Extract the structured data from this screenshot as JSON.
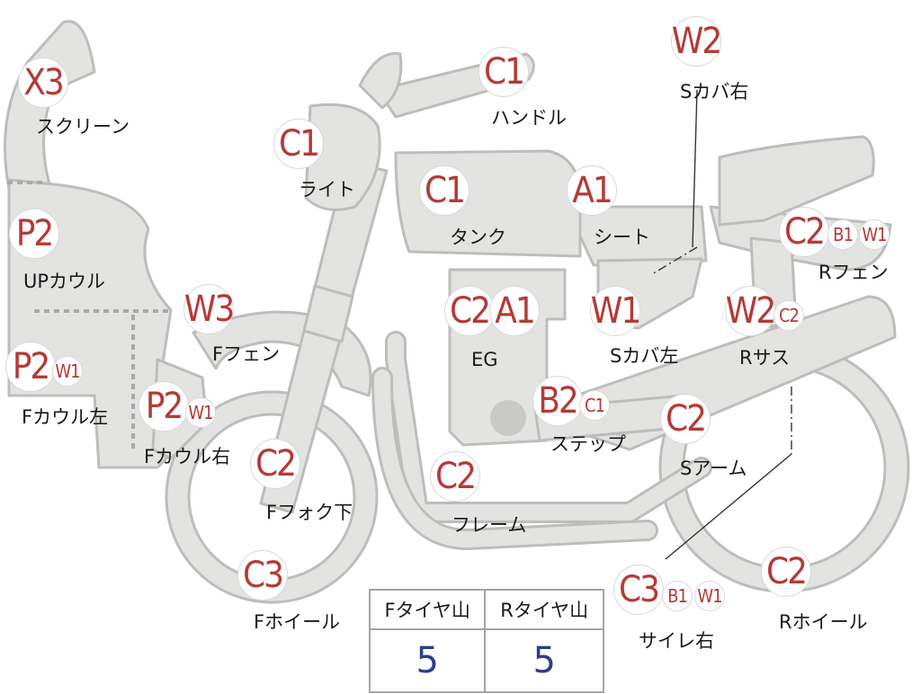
{
  "parts": [
    {
      "id": "screen",
      "ratings": [
        "X3"
      ],
      "label": "スクリーン"
    },
    {
      "id": "light",
      "ratings": [
        "C1"
      ],
      "label": "ライト"
    },
    {
      "id": "handle",
      "ratings": [
        "C1"
      ],
      "label": "ハンドル"
    },
    {
      "id": "tank",
      "ratings": [
        "C1"
      ],
      "label": "タンク"
    },
    {
      "id": "seat",
      "ratings": [
        "A1"
      ],
      "label": "シート"
    },
    {
      "id": "s-cover-right",
      "ratings": [
        "W2"
      ],
      "label": "Sカバ右"
    },
    {
      "id": "r-fender",
      "ratings": [
        "C2",
        "B1",
        "W1"
      ],
      "label": "Rフェン"
    },
    {
      "id": "up-cowl",
      "ratings": [
        "P2"
      ],
      "label": "UPカウル"
    },
    {
      "id": "f-fender",
      "ratings": [
        "W3"
      ],
      "label": "Fフェン"
    },
    {
      "id": "engine",
      "ratings": [
        "C2",
        "A1"
      ],
      "label": "EG"
    },
    {
      "id": "s-cover-left",
      "ratings": [
        "W1"
      ],
      "label": "Sカバ左"
    },
    {
      "id": "r-suspension",
      "ratings": [
        "W2",
        "C2"
      ],
      "label": "Rサス"
    },
    {
      "id": "f-cowl-left",
      "ratings": [
        "P2",
        "W1"
      ],
      "label": "Fカウル左"
    },
    {
      "id": "f-cowl-right",
      "ratings": [
        "P2",
        "W1"
      ],
      "label": "Fカウル右"
    },
    {
      "id": "step",
      "ratings": [
        "B2",
        "C1"
      ],
      "label": "ステップ"
    },
    {
      "id": "s-arm",
      "ratings": [
        "C2"
      ],
      "label": "Sアーム"
    },
    {
      "id": "f-fork-lower",
      "ratings": [
        "C2"
      ],
      "label": "Fフォク下"
    },
    {
      "id": "frame",
      "ratings": [
        "C2"
      ],
      "label": "フレーム"
    },
    {
      "id": "f-wheel",
      "ratings": [
        "C3"
      ],
      "label": "Fホイール"
    },
    {
      "id": "muffler-right",
      "ratings": [
        "C3",
        "B1",
        "W1"
      ],
      "label": "サイレ右"
    },
    {
      "id": "r-wheel",
      "ratings": [
        "C2"
      ],
      "label": "Rホイール"
    }
  ],
  "tire_table": {
    "headers": [
      "Fタイヤ山",
      "Rタイヤ山"
    ],
    "values": [
      "5",
      "5"
    ]
  },
  "colors": {
    "rating_text": "#b53a36",
    "tire_value": "#2b3e8a",
    "part_fill": "#e3e3e1",
    "part_stroke": "#bdbdbb"
  }
}
